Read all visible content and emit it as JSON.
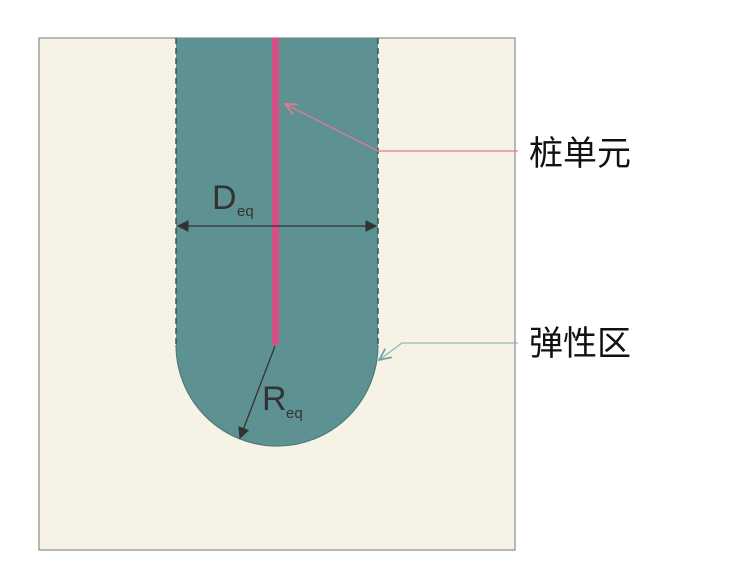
{
  "labels": {
    "pile_element": "桩单元",
    "elastic_zone": "弹性区",
    "diameter_main": "D",
    "diameter_sub": "eq",
    "radius_main": "R",
    "radius_sub": "eq"
  },
  "colors": {
    "background": "#ffffff",
    "soil": "#f6f3e6",
    "soil_border": "#8a8a8a",
    "elastic_zone_fill": "#5e9191",
    "elastic_zone_border": "#2f4f4f",
    "pile": "#d64f86",
    "pile_leader_line": "#e07a9c",
    "elastic_leader_line": "#8fb7b7",
    "dimension_line": "#333333",
    "text": "#111111"
  },
  "icons": {
    "dimension_arrowhead": "filled-triangle-arrow",
    "leader_arrowhead": "open-arrow"
  }
}
